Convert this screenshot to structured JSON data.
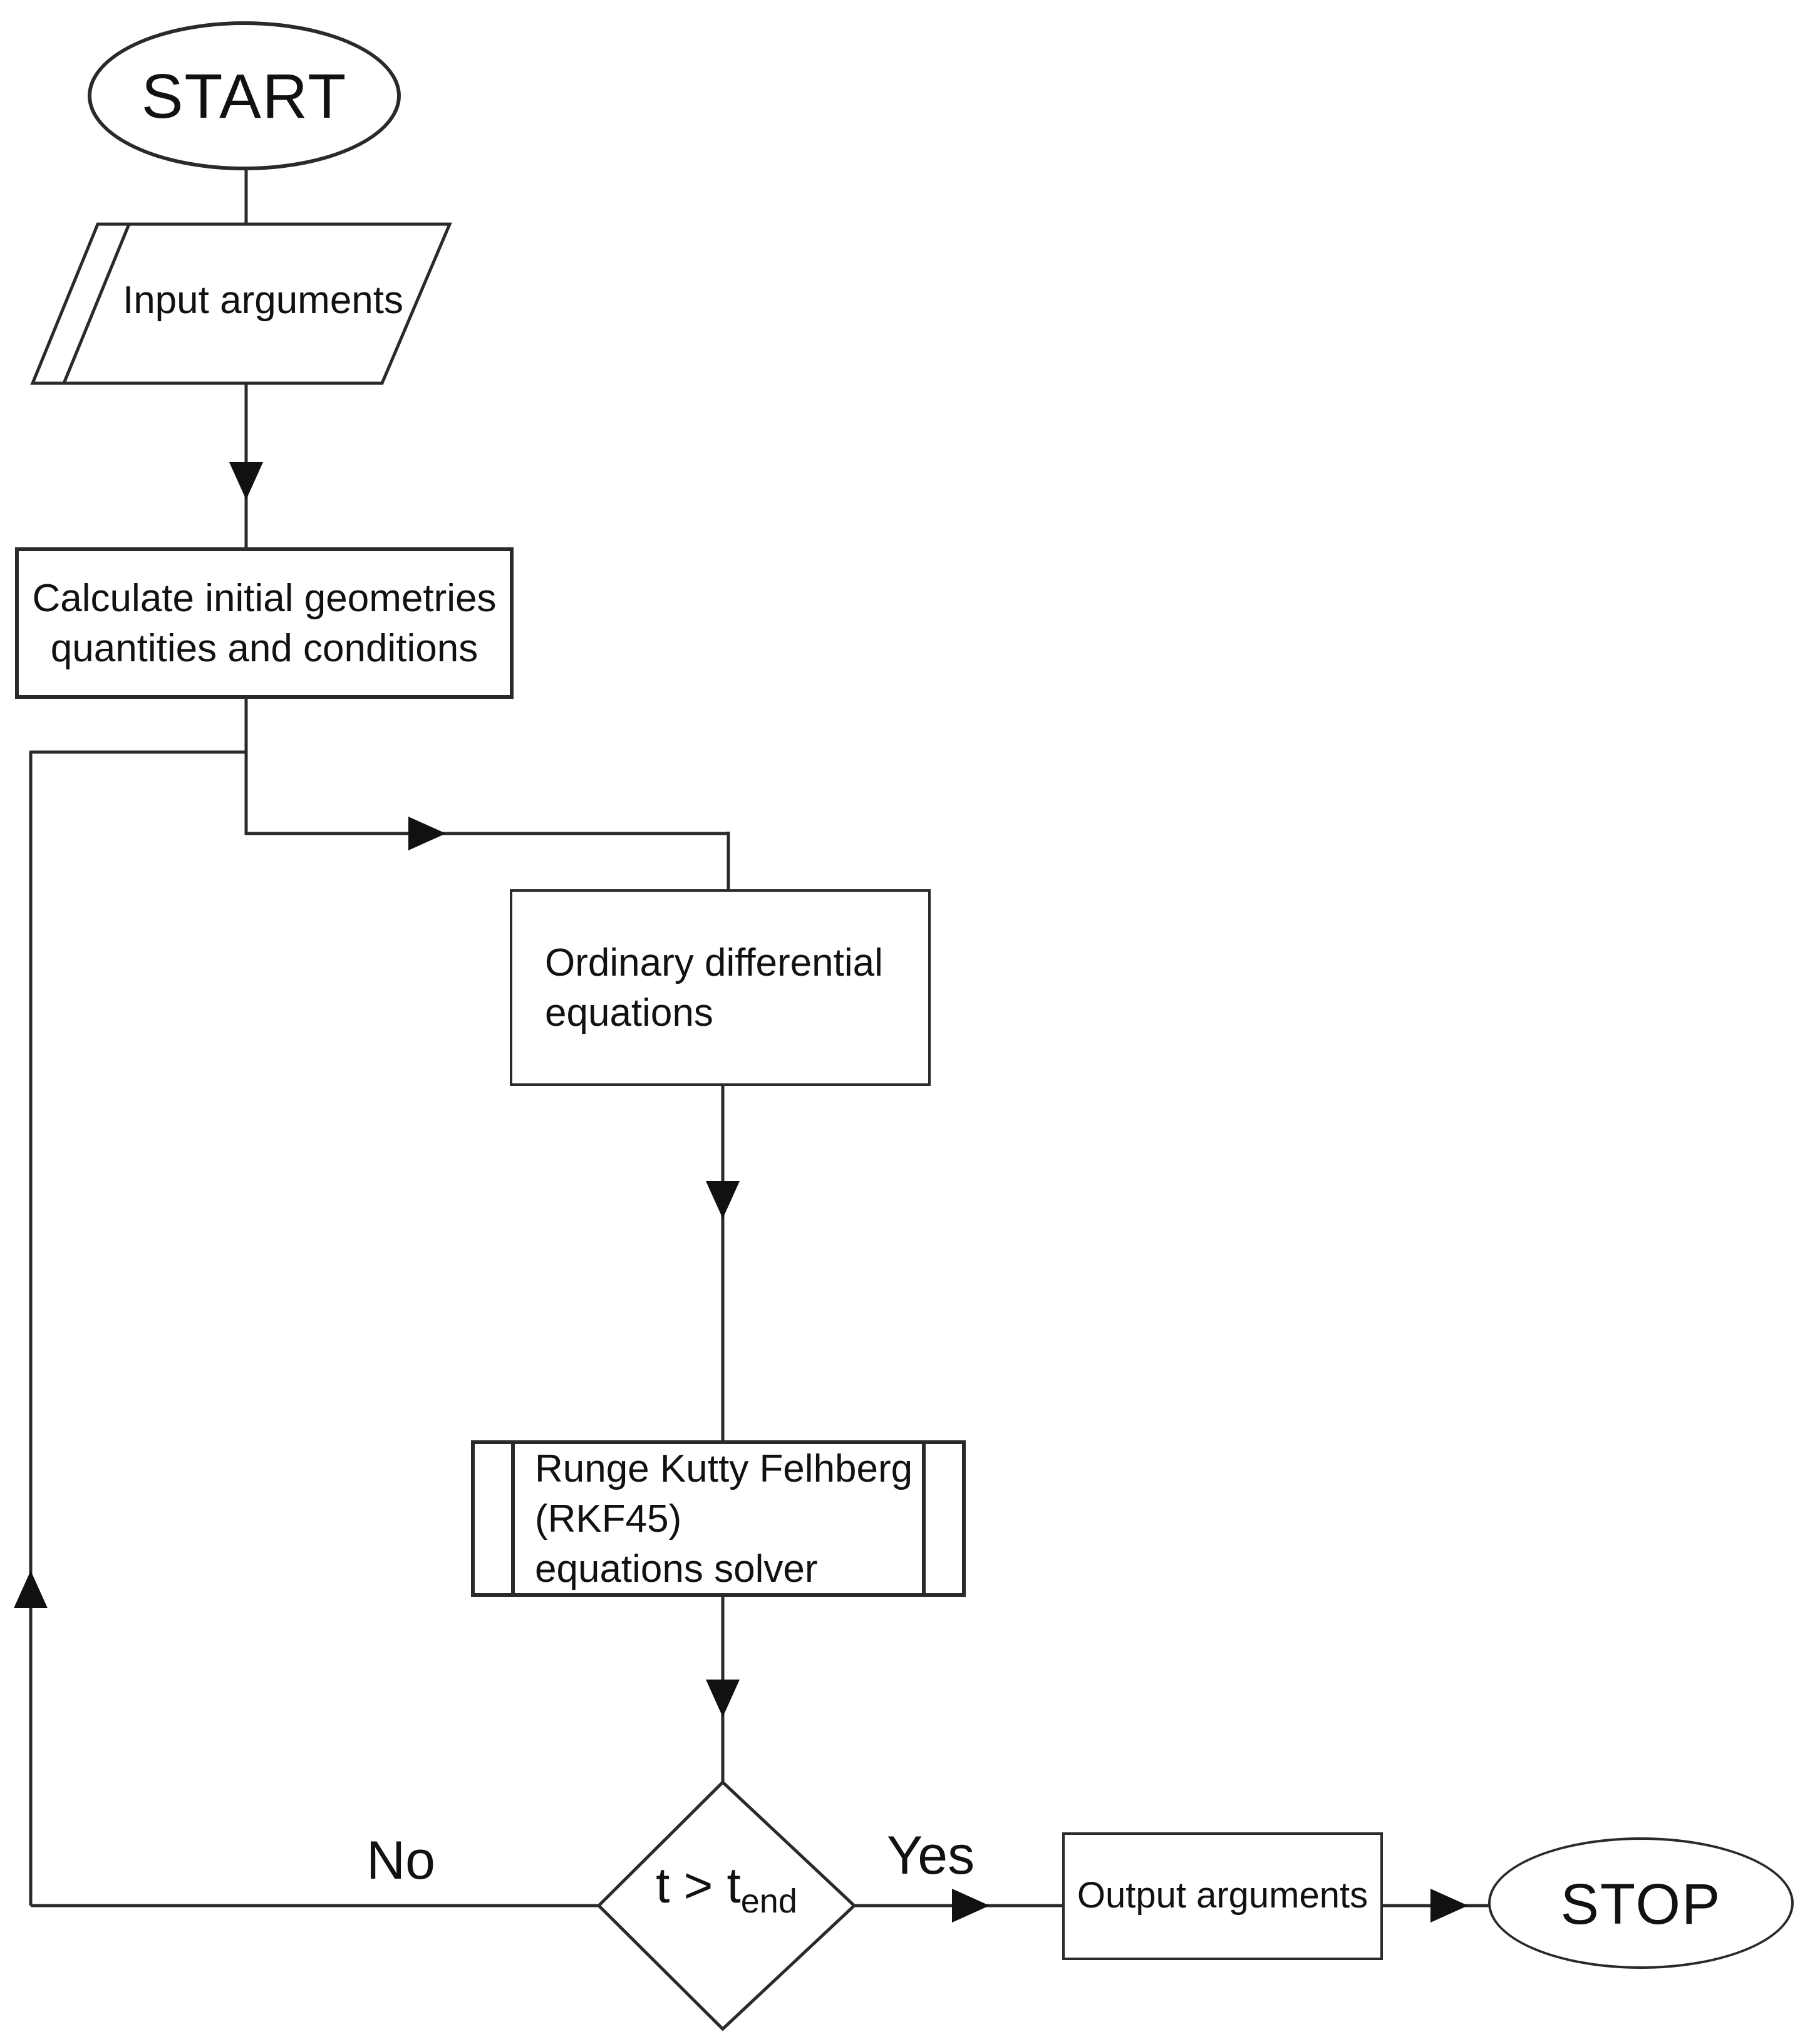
{
  "diagram": {
    "type": "flowchart",
    "nodes": {
      "start": {
        "label": "START"
      },
      "input": {
        "label": "Input arguments"
      },
      "calculate": {
        "lines": [
          "Calculate initial geometries",
          "quantities and conditions"
        ]
      },
      "ode": {
        "lines": [
          "Ordinary differential",
          "equations"
        ]
      },
      "rkf": {
        "lines": [
          "Runge Kutty Felhberg",
          "(RKF45)",
          "equations solver"
        ]
      },
      "decision": {
        "label_main": "t > t",
        "label_sub": "end"
      },
      "output": {
        "label": "Output arguments"
      },
      "stop": {
        "label": "STOP"
      }
    },
    "edges": {
      "yes_label": "Yes",
      "no_label": "No"
    },
    "colors": {
      "line": "#2a2a2a",
      "text": "#111111",
      "canvas_background": "#ffffff"
    }
  }
}
